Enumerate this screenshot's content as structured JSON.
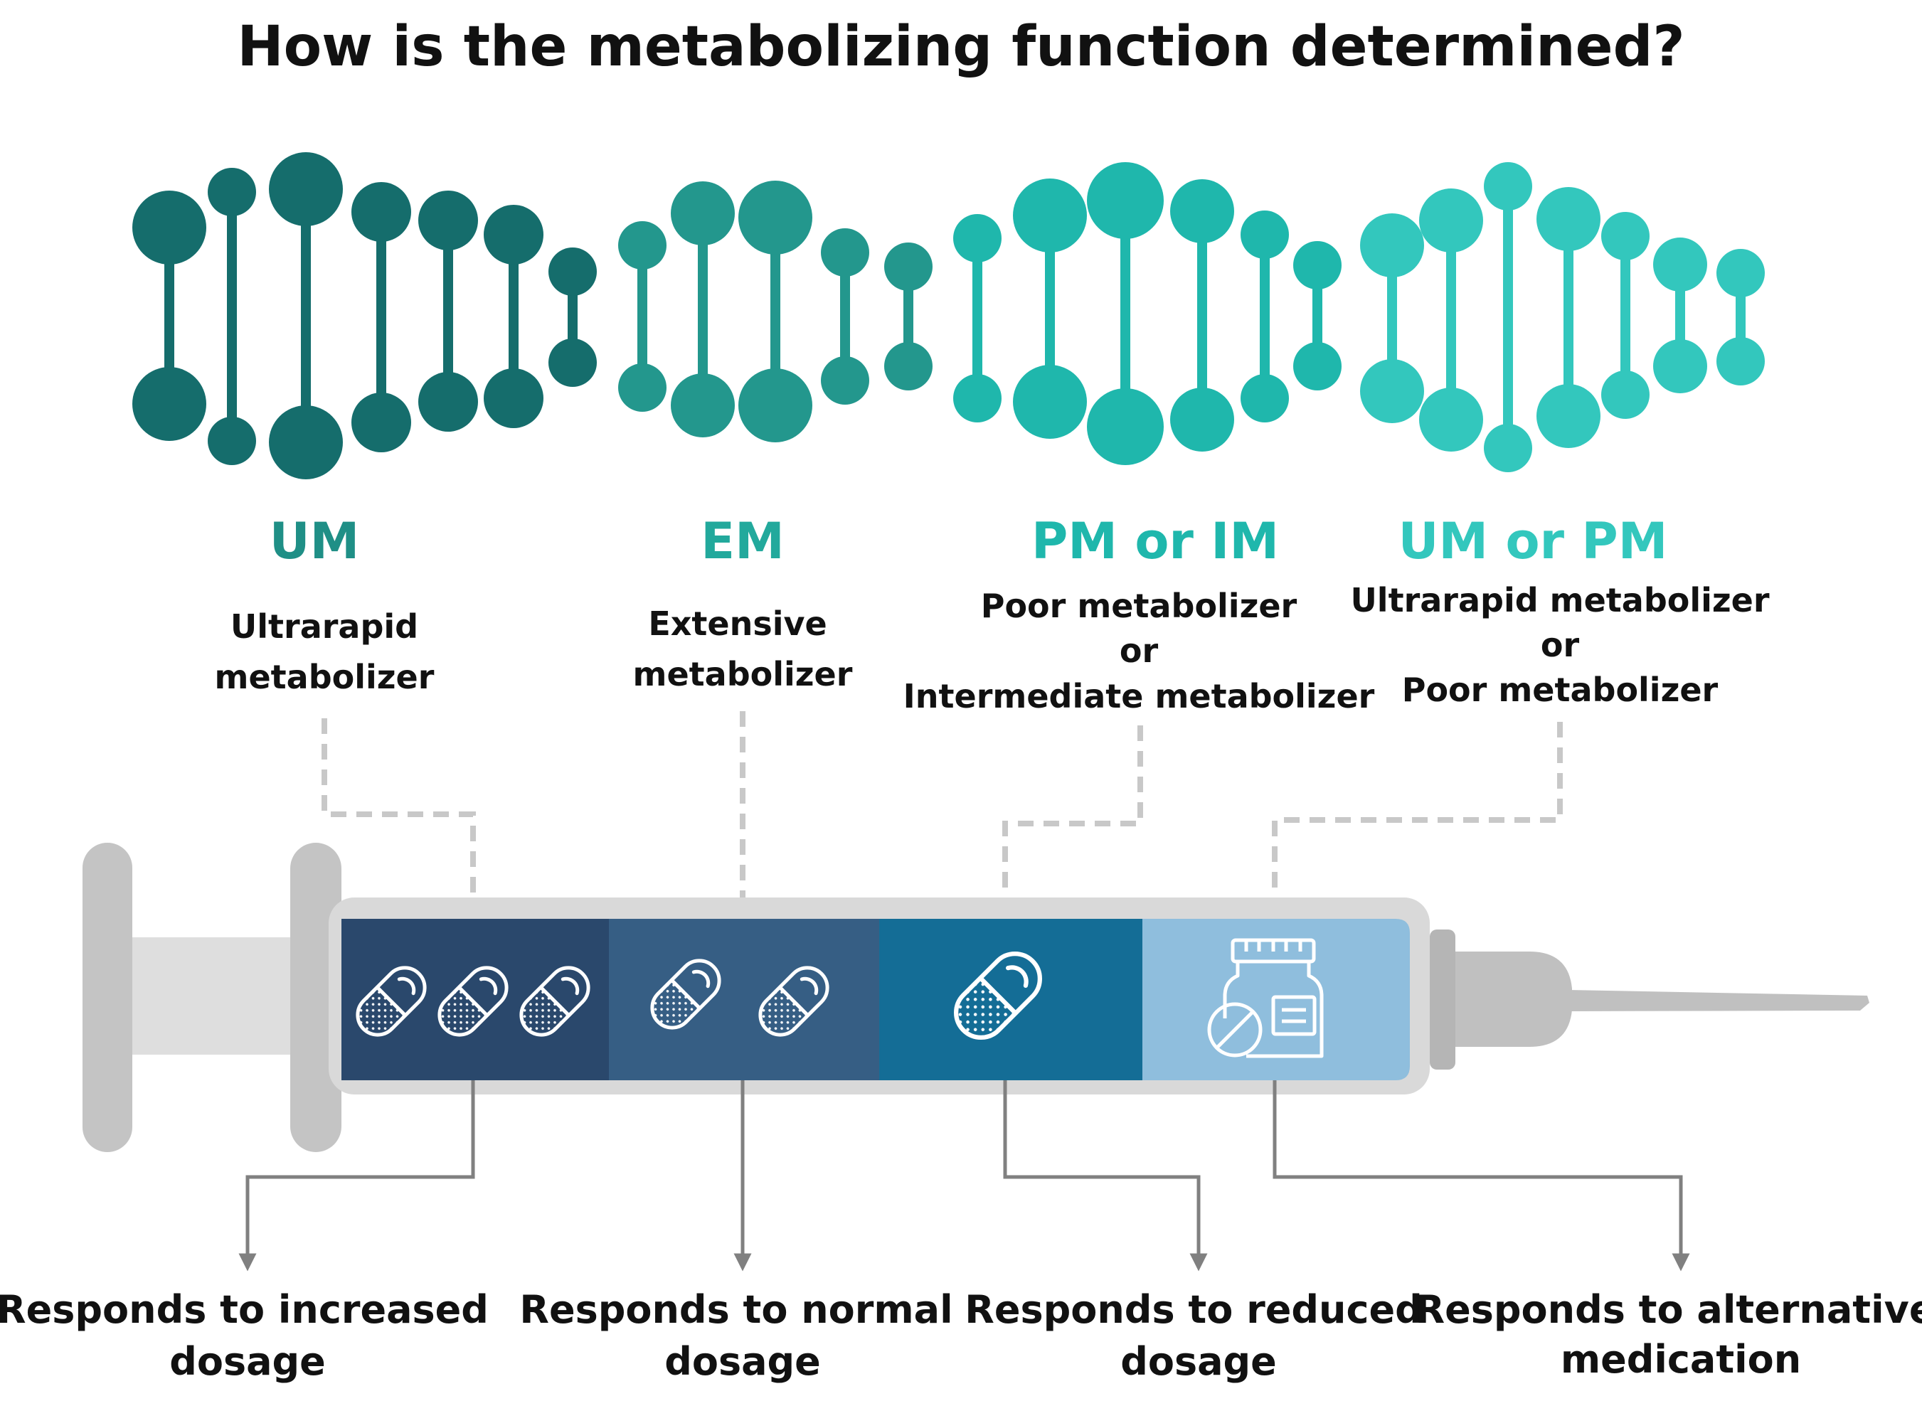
{
  "title": "How is the metabolizing function determined?",
  "colors": {
    "helix": [
      "#156d6c",
      "#23978d",
      "#1fb7ac",
      "#33c7bd"
    ],
    "segments": [
      "#2a486c",
      "#365e84",
      "#146d96",
      "#8fbedd"
    ],
    "syringe_body": "#d9d9d9",
    "syringe_dark": "#c0c0c0",
    "dashed": "#c8c8c8",
    "arrow": "#808080"
  },
  "phenotypes": [
    {
      "code": "UM",
      "description": [
        "Ultrarapid",
        "metabolizer"
      ],
      "response": [
        "Responds to increased",
        "dosage"
      ],
      "icon": "three-capsules-icon"
    },
    {
      "code": "EM",
      "description": [
        "Extensive",
        "metabolizer"
      ],
      "response": [
        "Responds to normal",
        "dosage"
      ],
      "icon": "two-capsules-icon"
    },
    {
      "code": "PM or IM",
      "description": [
        "Poor metabolizer",
        "or",
        "Intermediate metabolizer"
      ],
      "response": [
        "Responds to reduced",
        "dosage"
      ],
      "icon": "single-capsule-icon"
    },
    {
      "code": "UM or PM",
      "description": [
        "Ultrarapid metabolizer",
        "or",
        "Poor metabolizer"
      ],
      "response": [
        "Responds to alternative",
        "medication"
      ],
      "icon": "medicine-bottle-icon"
    }
  ]
}
